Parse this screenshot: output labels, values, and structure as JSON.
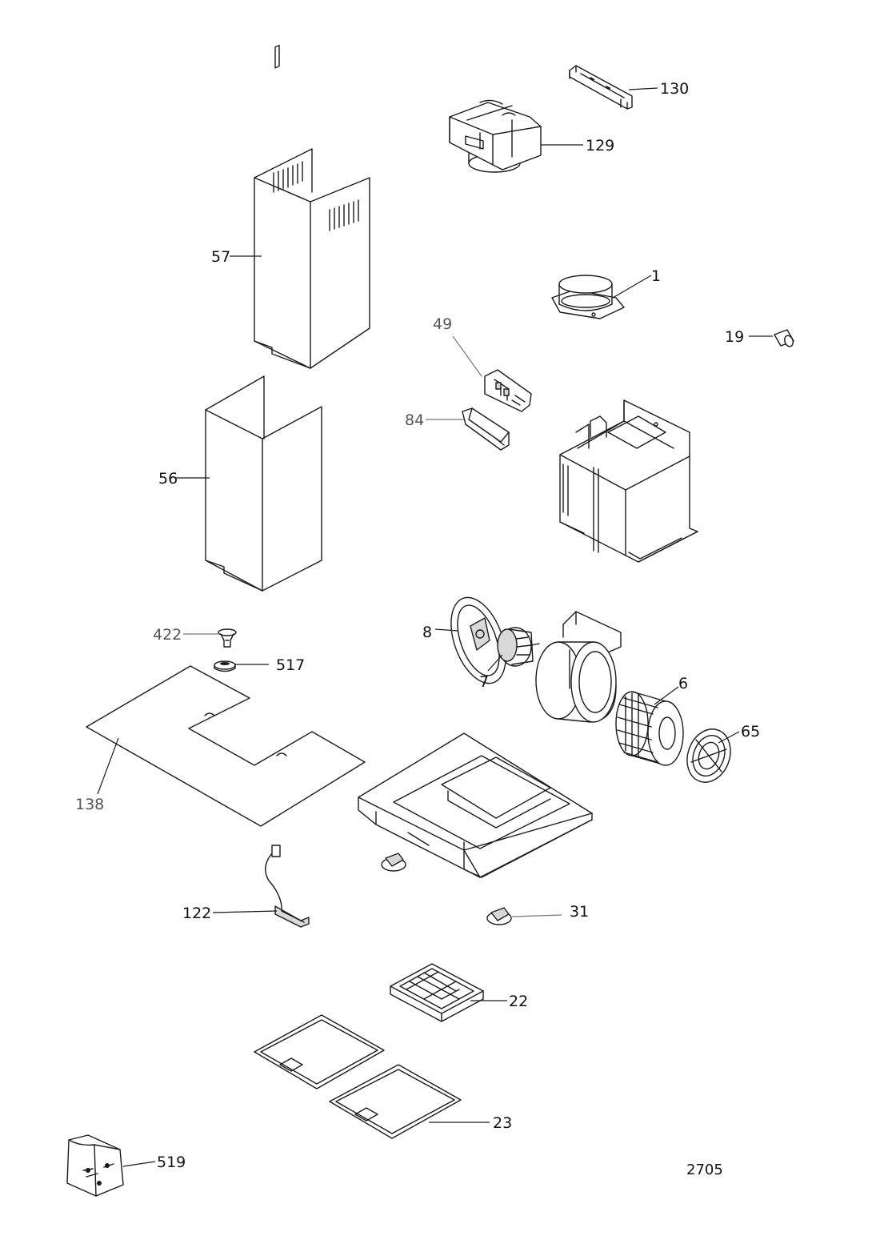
{
  "diagram": {
    "parts": [
      {
        "id": "130",
        "label": "130"
      },
      {
        "id": "129",
        "label": "129"
      },
      {
        "id": "57",
        "label": "57"
      },
      {
        "id": "1",
        "label": "1"
      },
      {
        "id": "19",
        "label": "19"
      },
      {
        "id": "49",
        "label": "49"
      },
      {
        "id": "84",
        "label": "84"
      },
      {
        "id": "56",
        "label": "56"
      },
      {
        "id": "422",
        "label": "422"
      },
      {
        "id": "517",
        "label": "517"
      },
      {
        "id": "8",
        "label": "8"
      },
      {
        "id": "7",
        "label": "7"
      },
      {
        "id": "6",
        "label": "6"
      },
      {
        "id": "65",
        "label": "65"
      },
      {
        "id": "138",
        "label": "138"
      },
      {
        "id": "122",
        "label": "122"
      },
      {
        "id": "31",
        "label": "31"
      },
      {
        "id": "22",
        "label": "22"
      },
      {
        "id": "23",
        "label": "23"
      },
      {
        "id": "519",
        "label": "519"
      }
    ],
    "drawing_code": "2705"
  }
}
